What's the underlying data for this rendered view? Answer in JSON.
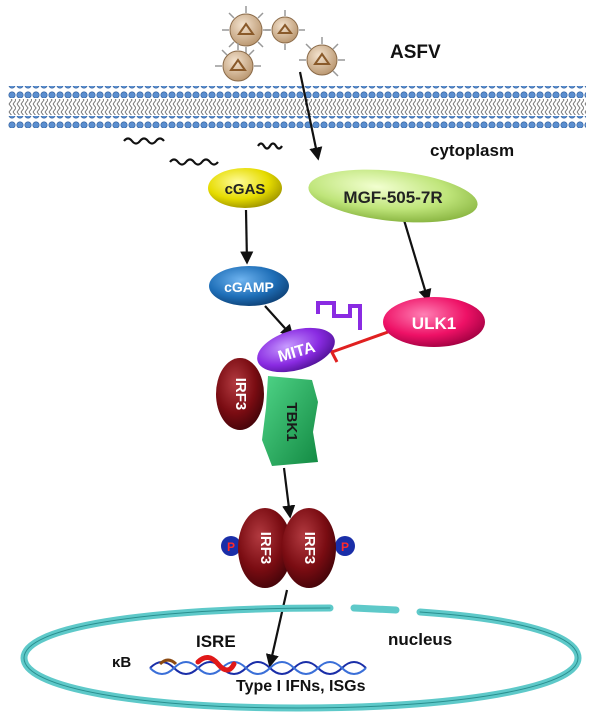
{
  "labels": {
    "asfv": "ASFV",
    "cytoplasm": "cytoplasm",
    "nucleus": "nucleus",
    "isre": "ISRE",
    "kb": "κB",
    "type_ifn": "Type I IFNs, ISGs"
  },
  "nodes": {
    "cgas": "cGAS",
    "mgf": "MGF-505-7R",
    "cgamp": "cGAMP",
    "ulk1": "ULK1",
    "mita": "MITA",
    "irf3": "IRF3",
    "tbk1": "TBK1",
    "irf3_left": "IRF3",
    "irf3_right": "IRF3",
    "phos_left": "P",
    "phos_right": "P"
  },
  "colors": {
    "cgas": "#e8e000",
    "mgf": "#c8ea7a",
    "cgamp": "#1f6fb8",
    "ulk1": "#ee1166",
    "mita": "#8a2be2",
    "irf3": "#7a0c12",
    "tbk1": "#22aa55",
    "membrane_head": "#5b8fd0",
    "nucleus_ring": "#5ec9c9",
    "inhibit": "#e02020"
  }
}
